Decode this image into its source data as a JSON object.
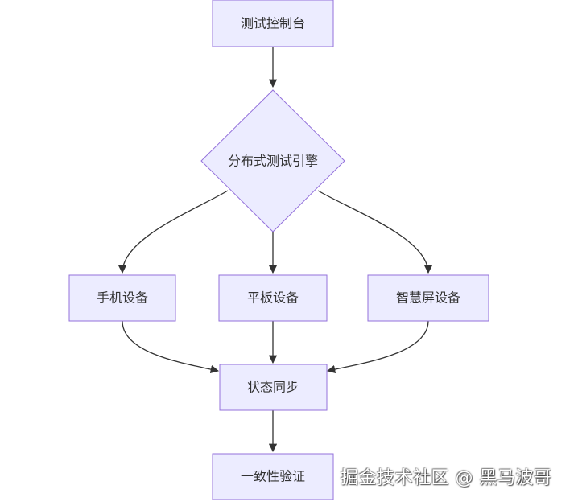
{
  "diagram": {
    "nodes": {
      "console": "测试控制台",
      "engine": "分布式测试引擎",
      "phone": "手机设备",
      "tablet": "平板设备",
      "smart_screen": "智慧屏设备",
      "sync": "状态同步",
      "verify": "一致性验证"
    },
    "colors": {
      "node_fill": "#ececff",
      "node_stroke": "#9370db",
      "edge": "#333333",
      "text": "#333333"
    }
  },
  "watermark": "掘金技术社区 @ 黑马波哥"
}
